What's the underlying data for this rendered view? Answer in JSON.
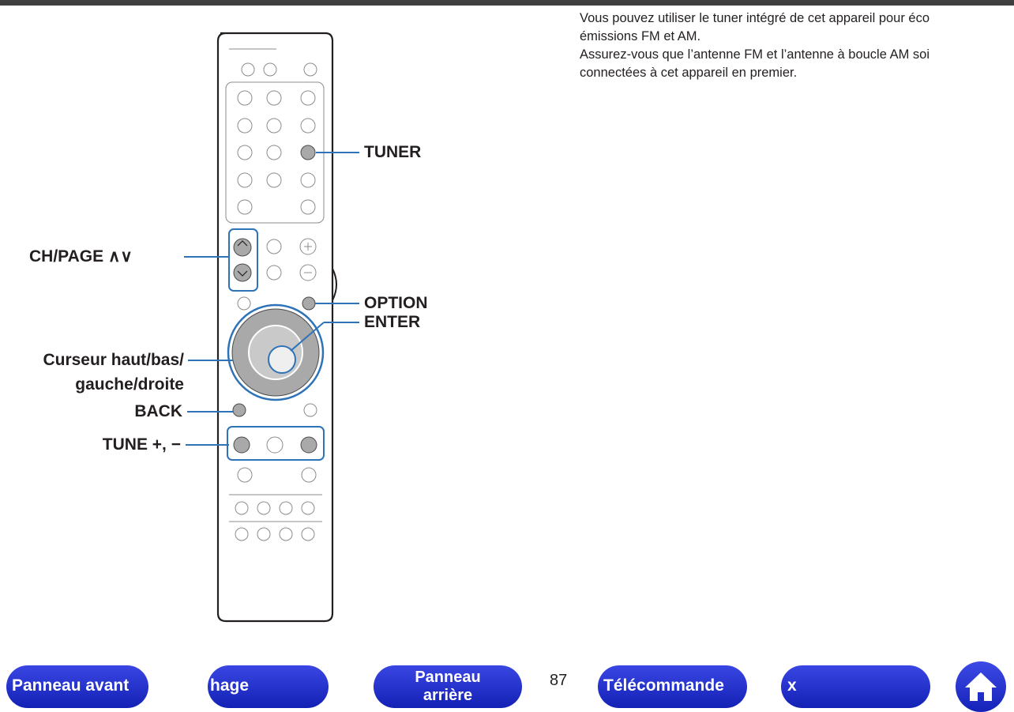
{
  "intro": {
    "line1": "Vous pouvez utiliser le tuner intégré de cet appareil pour éco",
    "line2": "émissions FM et AM.",
    "line3": "Assurez-vous que l’antenne FM et l’antenne à boucle AM soi",
    "line4": "connectées à cet appareil en premier."
  },
  "callouts": {
    "tuner": "TUNER",
    "ch_page": "CH/PAGE ∧∨",
    "option": "OPTION",
    "enter": "ENTER",
    "cursor_line1": "Curseur haut/bas/",
    "cursor_line2": "gauche/droite",
    "back": "BACK",
    "tune": "TUNE +, −"
  },
  "nav": {
    "panneau_avant": "Panneau avant",
    "affichage_partial": "hage",
    "panneau_arriere_1": "Panneau",
    "panneau_arriere_2": "arrière",
    "page_number": "87",
    "telecommande": "Télécommande",
    "index_partial": "x"
  },
  "colors": {
    "nav_button": "#1e2bcf",
    "callout_line": "#2e73b8",
    "top_bar": "#3f3f3f"
  },
  "icons": {
    "home": "home-icon"
  }
}
